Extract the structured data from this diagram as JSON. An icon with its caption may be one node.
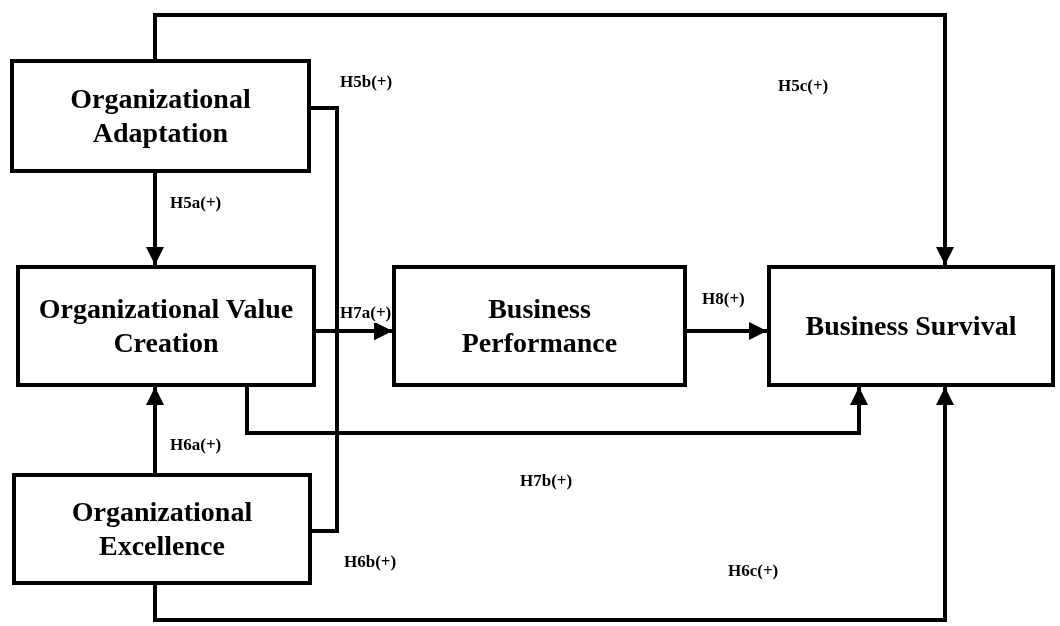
{
  "diagram": {
    "nodes": [
      {
        "text": [
          "Organizational Adaptation"
        ]
      },
      {
        "text": [
          "Organizational Value Creation"
        ]
      },
      {
        "text": [
          "Business Performance"
        ]
      },
      {
        "text": [
          "Business Survival"
        ]
      },
      {
        "text": [
          "Organizational Excellence"
        ]
      }
    ],
    "edges": [
      {
        "from": 0,
        "to": 1,
        "arrow": "to",
        "label": "H5a(+)"
      },
      {
        "from": 0,
        "to": 3,
        "arrow": "to",
        "label": "H5c(+)"
      },
      {
        "from": 0,
        "to": 2,
        "arrow": "to",
        "label": "H5b(+)"
      },
      {
        "from": 1,
        "to": 2,
        "arrow": "to",
        "label": "H7a(+)"
      },
      {
        "from": 4,
        "to": 2,
        "arrow": "to",
        "label": "H6b(+)"
      },
      {
        "from": 2,
        "to": 3,
        "arrow": "to",
        "label": "H8(+)"
      },
      {
        "from": 1,
        "to": 3,
        "arrow": "to",
        "label": "H7b(+)"
      },
      {
        "from": 4,
        "to": 1,
        "arrow": "to",
        "label": "H6a(+)"
      },
      {
        "from": 4,
        "to": 3,
        "arrow": "to",
        "label": "H6c(+)"
      }
    ]
  }
}
